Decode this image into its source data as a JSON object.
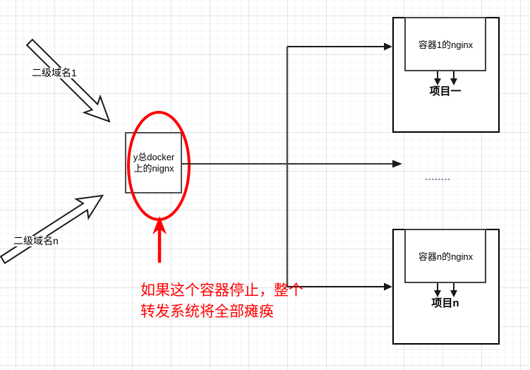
{
  "diagram": {
    "domain_labels": [
      {
        "label": "二级域名1"
      },
      {
        "label": "二级域名n"
      }
    ],
    "gateway": {
      "line1": "y总docker",
      "line2": "上的nignx"
    },
    "annotation": {
      "line1": "如果这个容器停止，整个",
      "line2": "转发系统将全部瘫痪"
    },
    "containers": [
      {
        "nginx": "容器1的nginx",
        "project": "项目一"
      },
      {
        "nginx": "容器n的nginx",
        "project": "项目n"
      }
    ],
    "colors": {
      "annotation_red": "#ff0000",
      "shape_stroke": "#1a1a1a",
      "inner_box_stroke": "#404040",
      "connector": "#4d4d4d",
      "grid_minor": "#f0f0f2",
      "grid_major": "#e2e2e6"
    }
  }
}
